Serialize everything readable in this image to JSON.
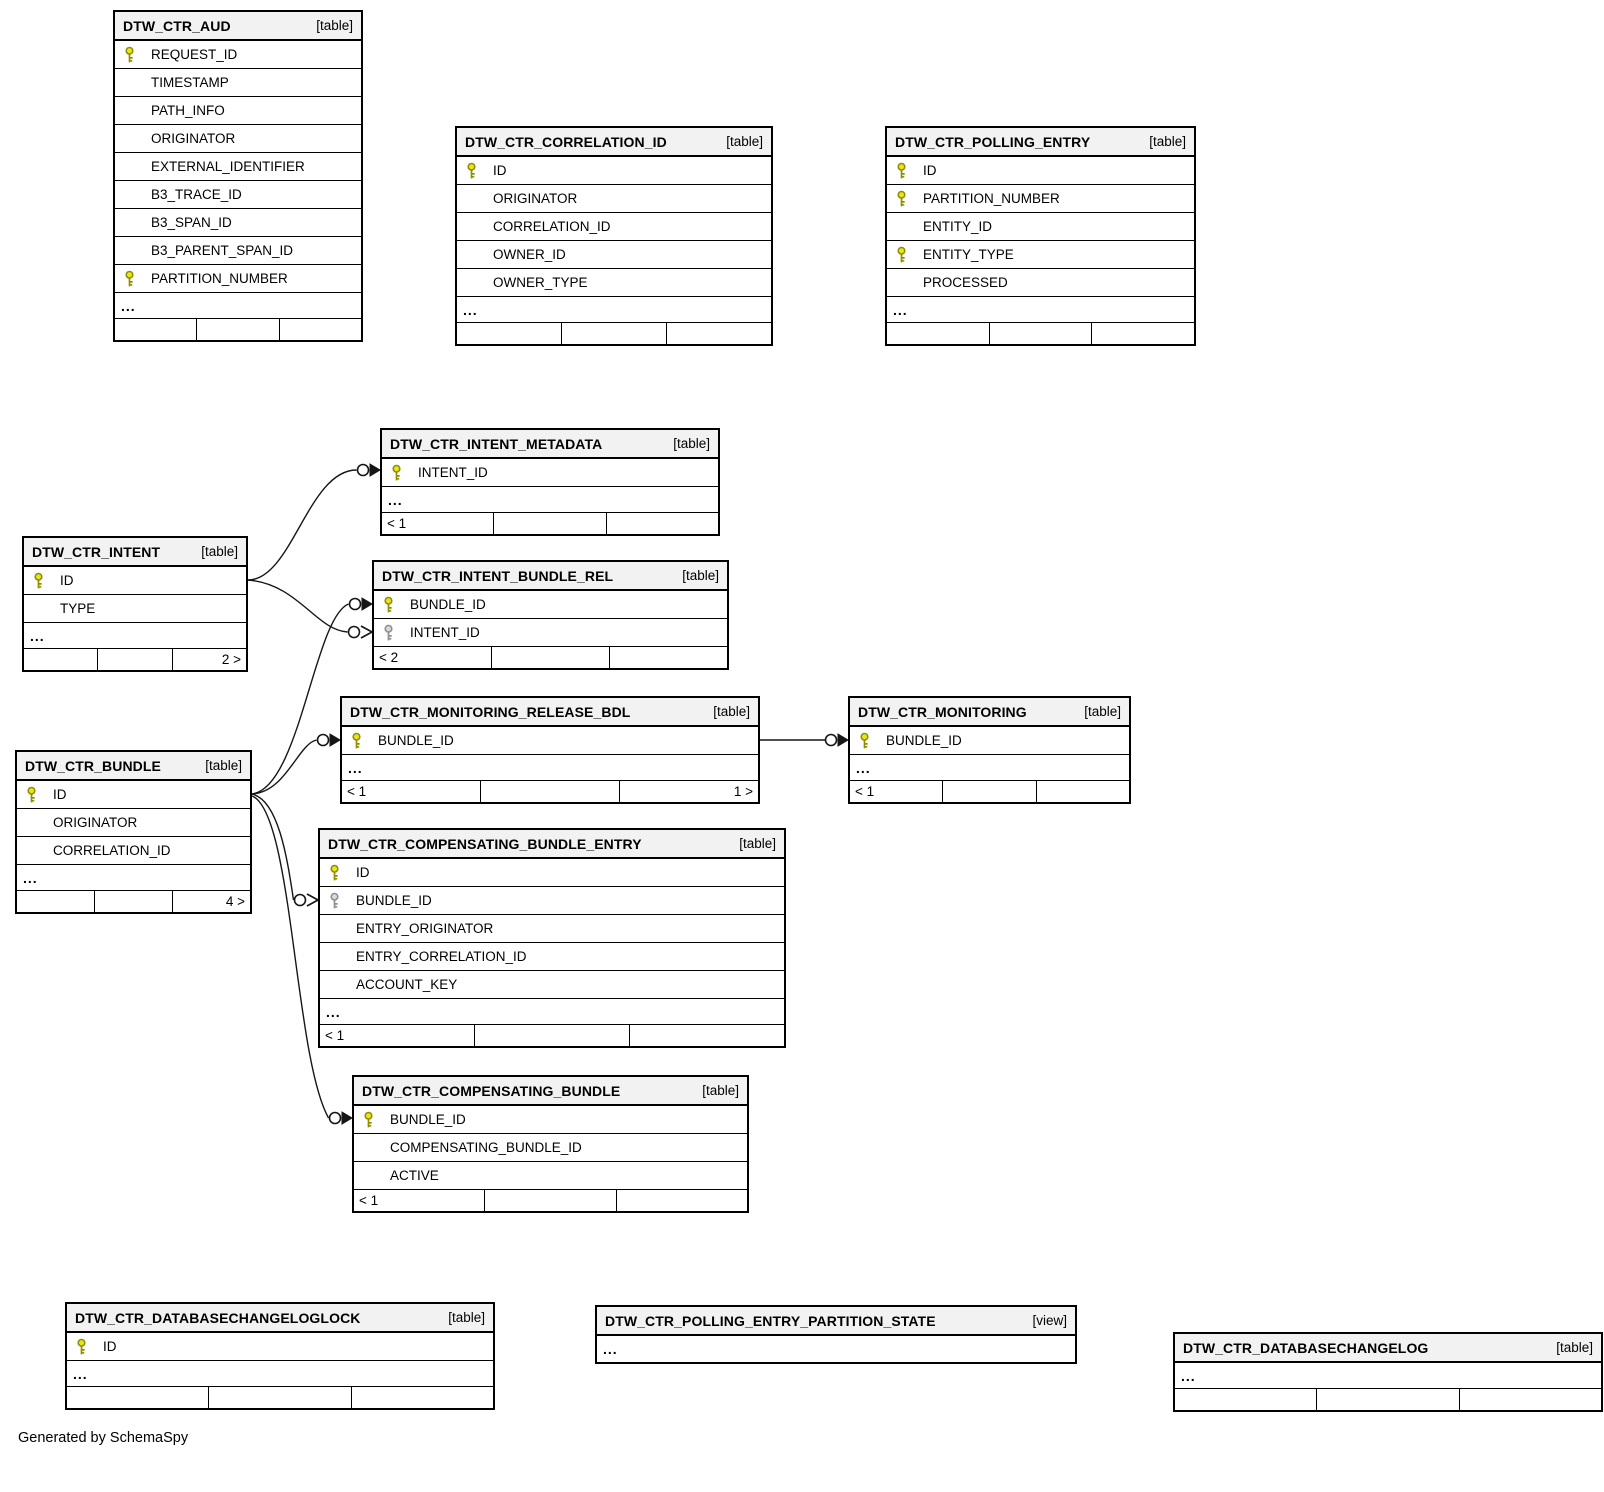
{
  "diagram": {
    "footer_note": "Generated by SchemaSpy",
    "ellipsis_label": "..."
  },
  "colors": {
    "primary_key": "#e9e41f",
    "foreign_key": "#d9d9d9",
    "header_bg": "#f2f2f2",
    "border": "#000000",
    "edge": "#161616"
  },
  "tables": [
    {
      "name": "DTW_CTR_AUD",
      "kind": "[table]",
      "columns": [
        {
          "name": "REQUEST_ID",
          "key": "primary"
        },
        {
          "name": "TIMESTAMP",
          "key": null
        },
        {
          "name": "PATH_INFO",
          "key": null
        },
        {
          "name": "ORIGINATOR",
          "key": null
        },
        {
          "name": "EXTERNAL_IDENTIFIER",
          "key": null
        },
        {
          "name": "B3_TRACE_ID",
          "key": null
        },
        {
          "name": "B3_SPAN_ID",
          "key": null
        },
        {
          "name": "B3_PARENT_SPAN_ID",
          "key": null
        },
        {
          "name": "PARTITION_NUMBER",
          "key": "primary"
        }
      ],
      "ellipsis": true,
      "footer": {
        "left": "",
        "right": ""
      }
    },
    {
      "name": "DTW_CTR_CORRELATION_ID",
      "kind": "[table]",
      "columns": [
        {
          "name": "ID",
          "key": "primary"
        },
        {
          "name": "ORIGINATOR",
          "key": null
        },
        {
          "name": "CORRELATION_ID",
          "key": null
        },
        {
          "name": "OWNER_ID",
          "key": null
        },
        {
          "name": "OWNER_TYPE",
          "key": null
        }
      ],
      "ellipsis": true,
      "footer": {
        "left": "",
        "right": ""
      }
    },
    {
      "name": "DTW_CTR_POLLING_ENTRY",
      "kind": "[table]",
      "columns": [
        {
          "name": "ID",
          "key": "primary"
        },
        {
          "name": "PARTITION_NUMBER",
          "key": "primary"
        },
        {
          "name": "ENTITY_ID",
          "key": null
        },
        {
          "name": "ENTITY_TYPE",
          "key": "primary"
        },
        {
          "name": "PROCESSED",
          "key": null
        }
      ],
      "ellipsis": true,
      "footer": {
        "left": "",
        "right": ""
      }
    },
    {
      "name": "DTW_CTR_INTENT_METADATA",
      "kind": "[table]",
      "columns": [
        {
          "name": "INTENT_ID",
          "key": "primary"
        }
      ],
      "ellipsis": true,
      "footer": {
        "left": "< 1",
        "right": ""
      }
    },
    {
      "name": "DTW_CTR_INTENT",
      "kind": "[table]",
      "columns": [
        {
          "name": "ID",
          "key": "primary"
        },
        {
          "name": "TYPE",
          "key": null
        }
      ],
      "ellipsis": true,
      "footer": {
        "left": "",
        "right": "2 >"
      }
    },
    {
      "name": "DTW_CTR_INTENT_BUNDLE_REL",
      "kind": "[table]",
      "columns": [
        {
          "name": "BUNDLE_ID",
          "key": "primary"
        },
        {
          "name": "INTENT_ID",
          "key": "foreign"
        }
      ],
      "ellipsis": false,
      "footer": {
        "left": "< 2",
        "right": ""
      }
    },
    {
      "name": "DTW_CTR_MONITORING_RELEASE_BDL",
      "kind": "[table]",
      "columns": [
        {
          "name": "BUNDLE_ID",
          "key": "primary"
        }
      ],
      "ellipsis": true,
      "footer": {
        "left": "< 1",
        "right": "1 >"
      }
    },
    {
      "name": "DTW_CTR_MONITORING",
      "kind": "[table]",
      "columns": [
        {
          "name": "BUNDLE_ID",
          "key": "primary"
        }
      ],
      "ellipsis": true,
      "footer": {
        "left": "< 1",
        "right": ""
      }
    },
    {
      "name": "DTW_CTR_BUNDLE",
      "kind": "[table]",
      "columns": [
        {
          "name": "ID",
          "key": "primary"
        },
        {
          "name": "ORIGINATOR",
          "key": null
        },
        {
          "name": "CORRELATION_ID",
          "key": null
        }
      ],
      "ellipsis": true,
      "footer": {
        "left": "",
        "right": "4 >"
      }
    },
    {
      "name": "DTW_CTR_COMPENSATING_BUNDLE_ENTRY",
      "kind": "[table]",
      "columns": [
        {
          "name": "ID",
          "key": "primary"
        },
        {
          "name": "BUNDLE_ID",
          "key": "foreign"
        },
        {
          "name": "ENTRY_ORIGINATOR",
          "key": null
        },
        {
          "name": "ENTRY_CORRELATION_ID",
          "key": null
        },
        {
          "name": "ACCOUNT_KEY",
          "key": null
        }
      ],
      "ellipsis": true,
      "footer": {
        "left": "< 1",
        "right": ""
      }
    },
    {
      "name": "DTW_CTR_COMPENSATING_BUNDLE",
      "kind": "[table]",
      "columns": [
        {
          "name": "BUNDLE_ID",
          "key": "primary"
        },
        {
          "name": "COMPENSATING_BUNDLE_ID",
          "key": null
        },
        {
          "name": "ACTIVE",
          "key": null
        }
      ],
      "ellipsis": false,
      "footer": {
        "left": "< 1",
        "right": ""
      }
    },
    {
      "name": "DTW_CTR_DATABASECHANGELOGLOCK",
      "kind": "[table]",
      "columns": [
        {
          "name": "ID",
          "key": "primary"
        }
      ],
      "ellipsis": true,
      "footer": {
        "left": "",
        "right": ""
      }
    },
    {
      "name": "DTW_CTR_POLLING_ENTRY_PARTITION_STATE",
      "kind": "[view]",
      "columns": [],
      "ellipsis": true,
      "footer": null
    },
    {
      "name": "DTW_CTR_DATABASECHANGELOG",
      "kind": "[table]",
      "columns": [],
      "ellipsis": true,
      "footer": {
        "left": "",
        "right": ""
      }
    }
  ],
  "relationships": [
    {
      "from": "DTW_CTR_INTENT.ID",
      "to": "DTW_CTR_INTENT_METADATA.INTENT_ID"
    },
    {
      "from": "DTW_CTR_INTENT.ID",
      "to": "DTW_CTR_INTENT_BUNDLE_REL.INTENT_ID"
    },
    {
      "from": "DTW_CTR_BUNDLE.ID",
      "to": "DTW_CTR_INTENT_BUNDLE_REL.BUNDLE_ID"
    },
    {
      "from": "DTW_CTR_BUNDLE.ID",
      "to": "DTW_CTR_MONITORING_RELEASE_BDL.BUNDLE_ID"
    },
    {
      "from": "DTW_CTR_BUNDLE.ID",
      "to": "DTW_CTR_COMPENSATING_BUNDLE_ENTRY.BUNDLE_ID"
    },
    {
      "from": "DTW_CTR_BUNDLE.ID",
      "to": "DTW_CTR_COMPENSATING_BUNDLE.BUNDLE_ID"
    },
    {
      "from": "DTW_CTR_MONITORING_RELEASE_BDL.BUNDLE_ID",
      "to": "DTW_CTR_MONITORING.BUNDLE_ID"
    }
  ]
}
